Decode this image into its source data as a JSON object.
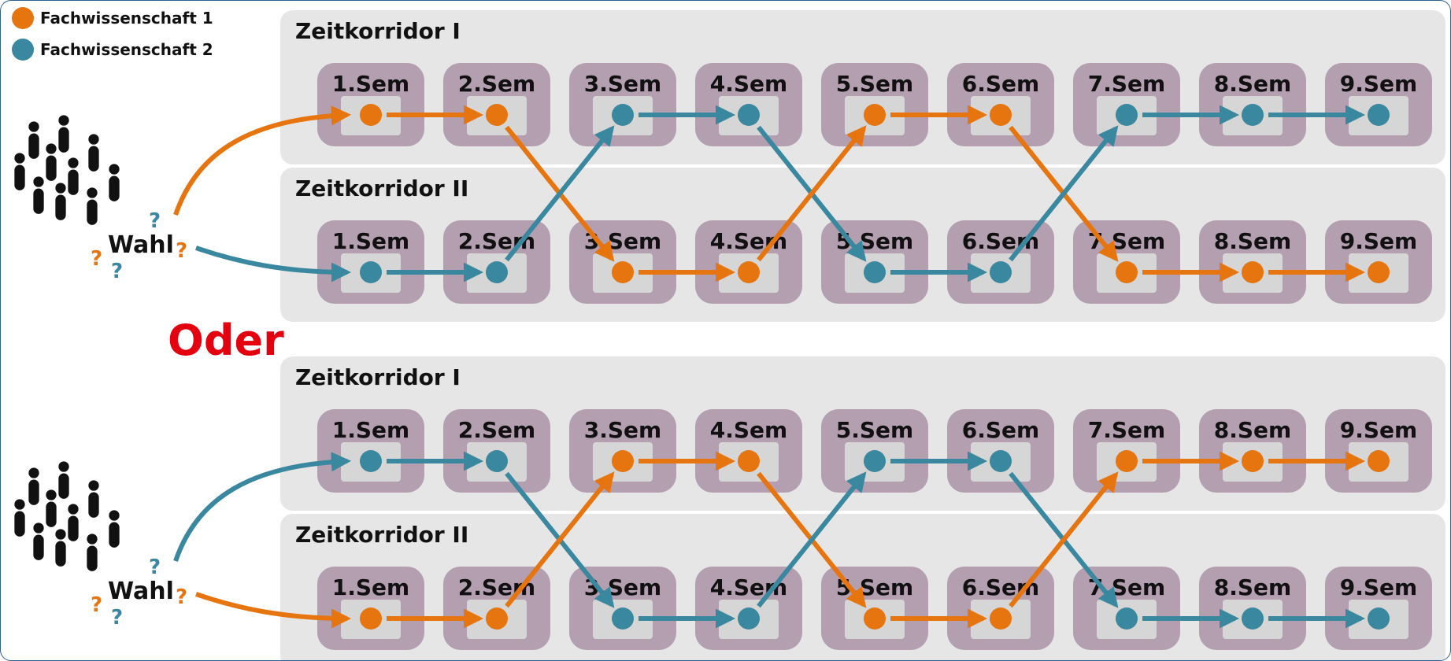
{
  "legend": [
    {
      "label": "Fachwissenschaft 1",
      "color": "#e6740f"
    },
    {
      "label": "Fachwissenschaft 2",
      "color": "#3a889f"
    }
  ],
  "oder_label": "Oder",
  "corridor_labels": [
    "Zeitkorridor I",
    "Zeitkorridor II"
  ],
  "semesters": [
    "1.Sem",
    "2.Sem",
    "3.Sem",
    "4.Sem",
    "5.Sem",
    "6.Sem",
    "7.Sem",
    "8.Sem",
    "9.Sem"
  ],
  "wahl_label": "Wahl",
  "question_mark": "?",
  "colors": {
    "fach1": "#e6740f",
    "fach2": "#3a889f",
    "panel": "#e6e6e6",
    "tile": "#b49fb0",
    "inner": "#d6d6d6"
  },
  "scenarios": [
    {
      "rowI": [
        "fach1",
        "fach1",
        "fach2",
        "fach2",
        "fach1",
        "fach1",
        "fach2",
        "fach2",
        "fach2"
      ],
      "rowII": [
        "fach2",
        "fach2",
        "fach1",
        "fach1",
        "fach2",
        "fach2",
        "fach1",
        "fach1",
        "fach1"
      ],
      "entry": [
        {
          "row": "I",
          "color": "fach1"
        },
        {
          "row": "II",
          "color": "fach2"
        }
      ]
    },
    {
      "rowI": [
        "fach2",
        "fach2",
        "fach1",
        "fach1",
        "fach2",
        "fach2",
        "fach1",
        "fach1",
        "fach1"
      ],
      "rowII": [
        "fach1",
        "fach1",
        "fach2",
        "fach2",
        "fach1",
        "fach1",
        "fach2",
        "fach2",
        "fach2"
      ],
      "entry": [
        {
          "row": "I",
          "color": "fach2"
        },
        {
          "row": "II",
          "color": "fach1"
        }
      ]
    }
  ]
}
